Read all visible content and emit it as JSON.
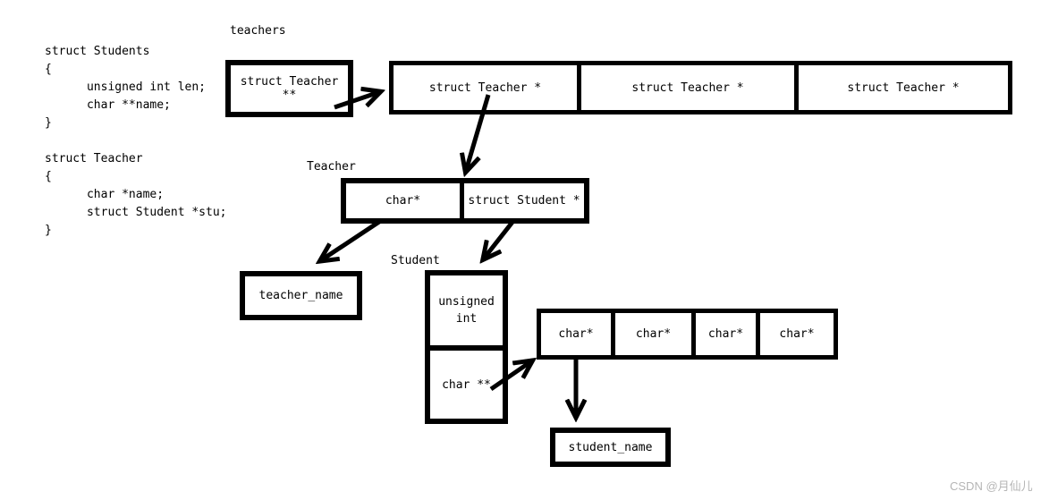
{
  "code": {
    "students": "struct Students\n{\n      unsigned int len;\n      char **name;\n}",
    "teacher": "struct Teacher\n{\n      char *name;\n      struct Student *stu;\n}"
  },
  "labels": {
    "teachers": "teachers",
    "teacher": "Teacher",
    "student": "Student"
  },
  "boxes": {
    "teachers_ptr": {
      "label": "struct Teacher **"
    },
    "teacher_ptr_array": {
      "cells": [
        "struct Teacher *",
        "struct Teacher *",
        "struct Teacher *"
      ]
    },
    "teacher_struct": {
      "cells": [
        "char*",
        "struct Student *"
      ]
    },
    "teacher_name": {
      "label": "teacher_name"
    },
    "student_struct": {
      "cells": [
        "unsigned int",
        "char **"
      ]
    },
    "char_ptr_array": {
      "cells": [
        "char*",
        "char*",
        "char*",
        "char*"
      ]
    },
    "student_name": {
      "label": "student_name"
    }
  },
  "watermark": "CSDN @月仙儿",
  "colors": {
    "ink": "#000000",
    "background": "#ffffff",
    "watermark": "#b5b5b5"
  }
}
